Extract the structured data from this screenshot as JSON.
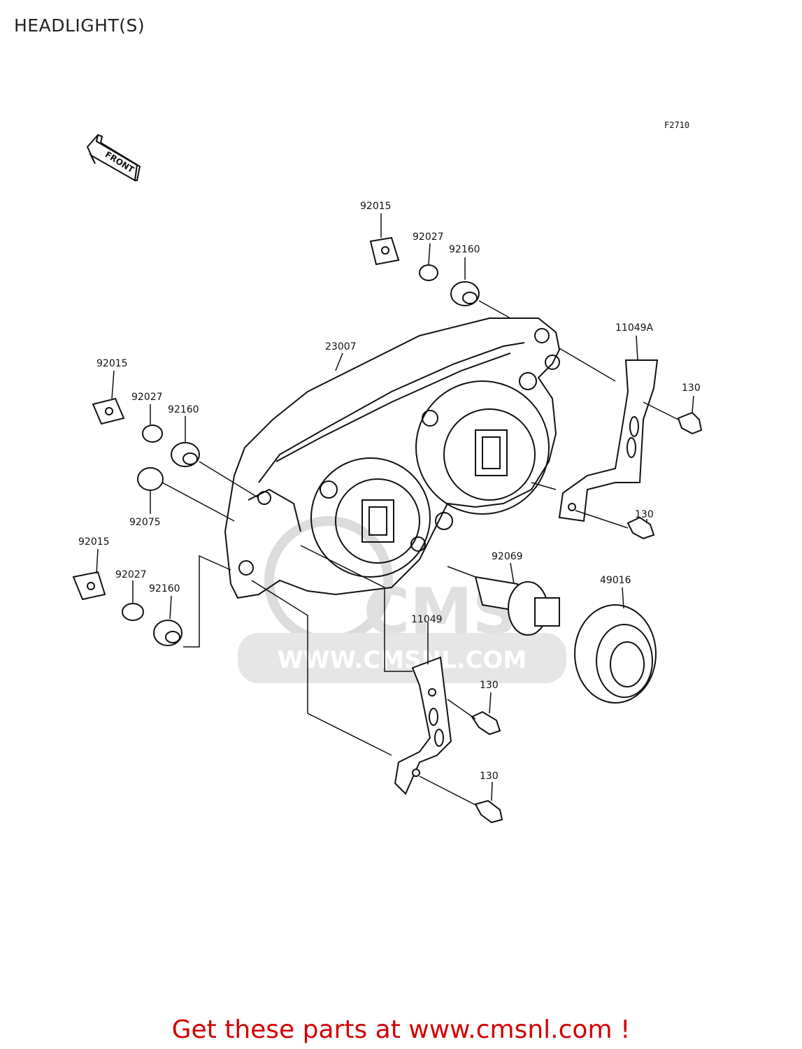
{
  "title": "HEADLIGHT(S)",
  "figure_code": "F2710",
  "front_arrow_label": "FRONT",
  "watermark": {
    "logo": "CMS",
    "url": "WWW.CMSNL.COM"
  },
  "parts": [
    {
      "id": "p1",
      "label": "92015"
    },
    {
      "id": "p2",
      "label": "92027"
    },
    {
      "id": "p3",
      "label": "92160"
    },
    {
      "id": "p4",
      "label": "11049A"
    },
    {
      "id": "p5",
      "label": "23007"
    },
    {
      "id": "p6",
      "label": "130"
    },
    {
      "id": "p7",
      "label": "92015"
    },
    {
      "id": "p8",
      "label": "92027"
    },
    {
      "id": "p9",
      "label": "92160"
    },
    {
      "id": "p10",
      "label": "92075"
    },
    {
      "id": "p11",
      "label": "130"
    },
    {
      "id": "p12",
      "label": "92015"
    },
    {
      "id": "p13",
      "label": "92069"
    },
    {
      "id": "p14",
      "label": "92027"
    },
    {
      "id": "p15",
      "label": "92160"
    },
    {
      "id": "p16",
      "label": "49016"
    },
    {
      "id": "p17",
      "label": "11049"
    },
    {
      "id": "p18",
      "label": "130"
    },
    {
      "id": "p19",
      "label": "130"
    }
  ],
  "footer": "Get these parts at www.cmsnl.com !",
  "colors": {
    "line": "#111111",
    "footer": "#d40000",
    "watermark": "#d9d9d9"
  }
}
